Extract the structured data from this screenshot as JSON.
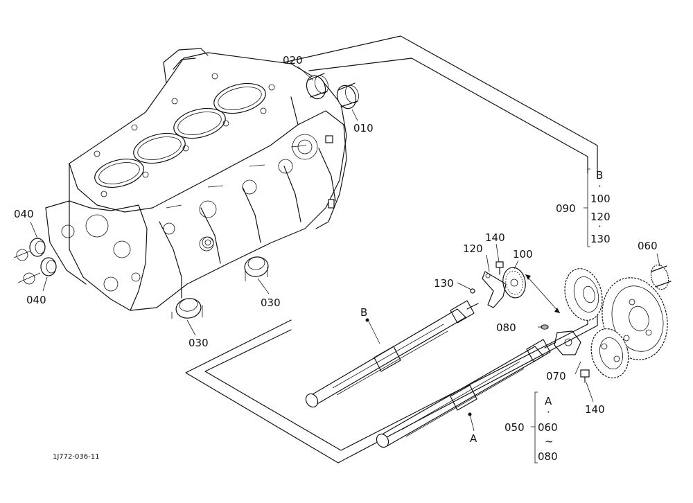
{
  "drawing_code": "1J772-036-11",
  "callouts": {
    "c010": "010",
    "c020": "020",
    "c030a": "030",
    "c030b": "030",
    "c040a": "040",
    "c040b": "040",
    "c060": "060",
    "c070": "070",
    "c080": "080",
    "c090": "090",
    "c100": "100",
    "c120": "120",
    "c130": "130",
    "c140a": "140",
    "c140b": "140",
    "c050": "050",
    "shaft_a": "A",
    "shaft_b": "B"
  },
  "group_090": {
    "items": [
      "B",
      "·",
      "100",
      "120",
      "·",
      "130"
    ]
  },
  "group_050": {
    "items": [
      "A",
      "·",
      "060",
      "~",
      "080"
    ]
  }
}
